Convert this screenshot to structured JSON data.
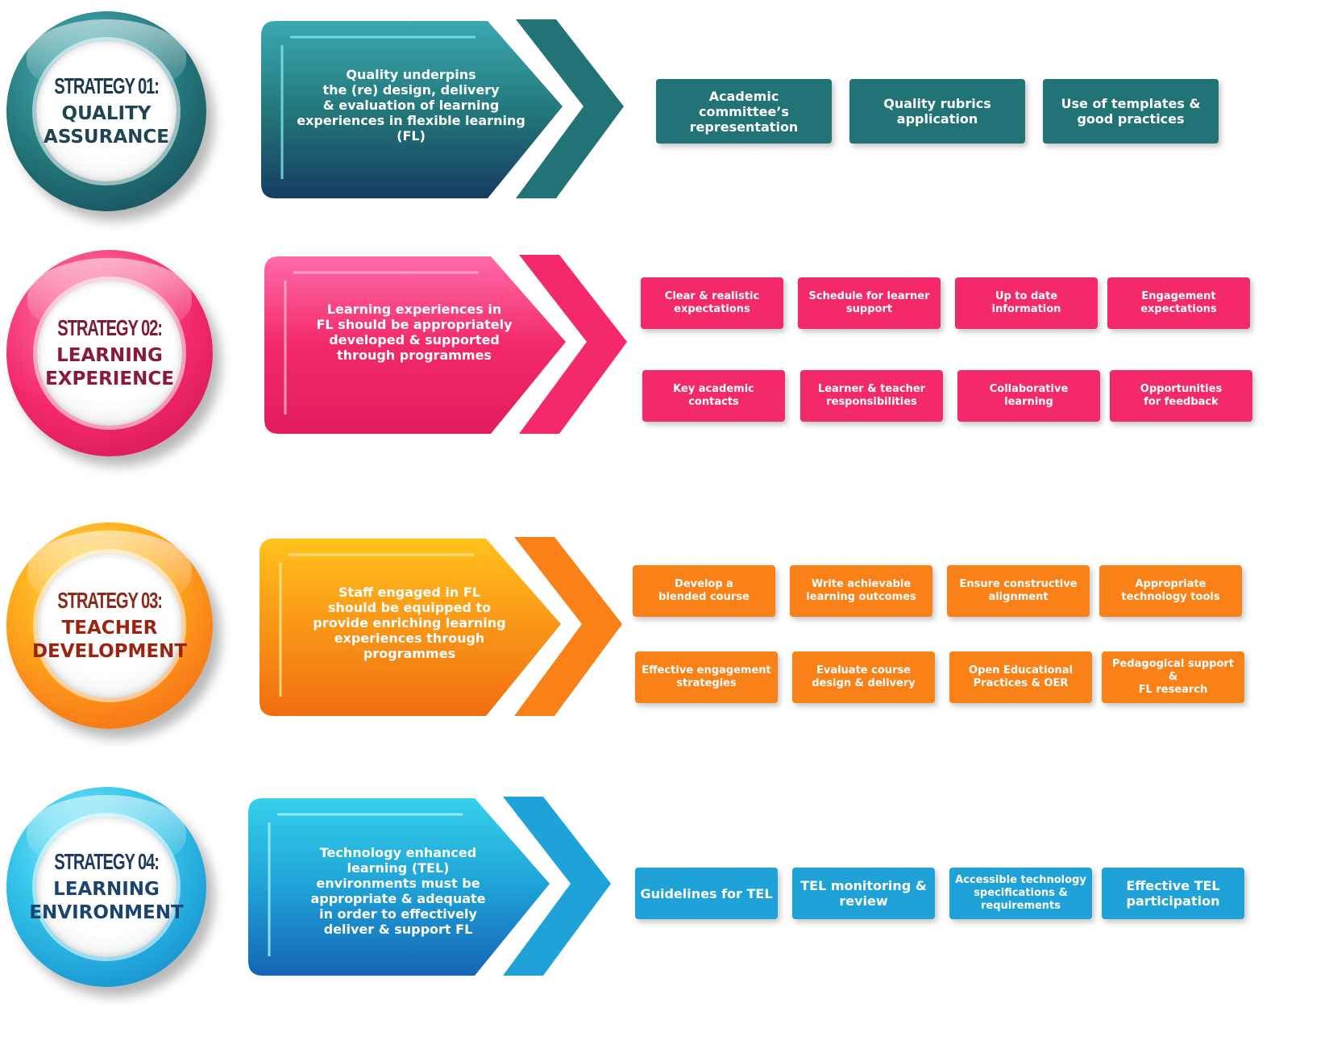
{
  "strategies": [
    {
      "number": "STRATEGY 01:",
      "title_lines": [
        "QUALITY",
        "ASSURANCE"
      ],
      "description": "Quality underpins\nthe (re) design, delivery\n& evaluation of learning\nexperiences in flexible learning\n(FL)",
      "colors": {
        "main": "#217376",
        "light": "#3aa9b0",
        "dark": "#173b62",
        "number_text": "#1c3a4a",
        "title_text": "#1f4553"
      },
      "items": [
        "Academic\ncommittee’s\nrepresentation",
        "Quality rubrics\napplication",
        "Use of templates &\ngood practices"
      ]
    },
    {
      "number": "STRATEGY 02:",
      "title_lines": [
        "LEARNING",
        "EXPERIENCE"
      ],
      "description": "Learning experiences in\nFL should be appropriately\ndeveloped & supported\nthrough programmes",
      "colors": {
        "main": "#f32969",
        "light": "#ff6aa8",
        "dark": "#d8195a",
        "number_text": "#7b1c34",
        "title_text": "#8a1a3c"
      },
      "items": [
        "Clear & realistic\nexpectations",
        "Schedule for learner\nsupport",
        "Up to date\ninformation",
        "Engagement\nexpectations",
        "Key academic contacts",
        "Learner & teacher\nresponsibilities",
        "Collaborative\nlearning",
        "Opportunities\nfor feedback"
      ]
    },
    {
      "number": "STRATEGY 03:",
      "title_lines": [
        "TEACHER",
        "DEVELOPMENT"
      ],
      "description": "Staff engaged in FL\nshould be equipped to\nprovide enriching learning\nexperiences through\nprogrammes",
      "colors": {
        "main": "#fa8118",
        "light": "#ffc21a",
        "dark": "#f06d10",
        "number_text": "#8b2a1a",
        "title_text": "#9a2410"
      },
      "items": [
        "Develop a\nblended course",
        "Write achievable\nlearning outcomes",
        "Ensure constructive\nalignment",
        "Appropriate\ntechnology tools",
        "Effective engagement\nstrategies",
        "Evaluate course\ndesign & delivery",
        "Open Educational\nPractices & OER",
        "Pedagogical support &\nFL research"
      ]
    },
    {
      "number": "STRATEGY 04:",
      "title_lines": [
        "LEARNING",
        "ENVIRONMENT"
      ],
      "description": "Technology enhanced\nlearning (TEL)\nenvironments must be\nappropriate & adequate\nin order to effectively\ndeliver & support FL",
      "colors": {
        "main": "#1fa2d8",
        "light": "#35d0ea",
        "dark": "#1565b4",
        "number_text": "#1f3a5c",
        "title_text": "#1b4470"
      },
      "items": [
        "Guidelines for TEL",
        "TEL monitoring &\nreview",
        "Accessible technology\nspecifications &\nrequirements",
        "Effective TEL\nparticipation"
      ]
    }
  ]
}
